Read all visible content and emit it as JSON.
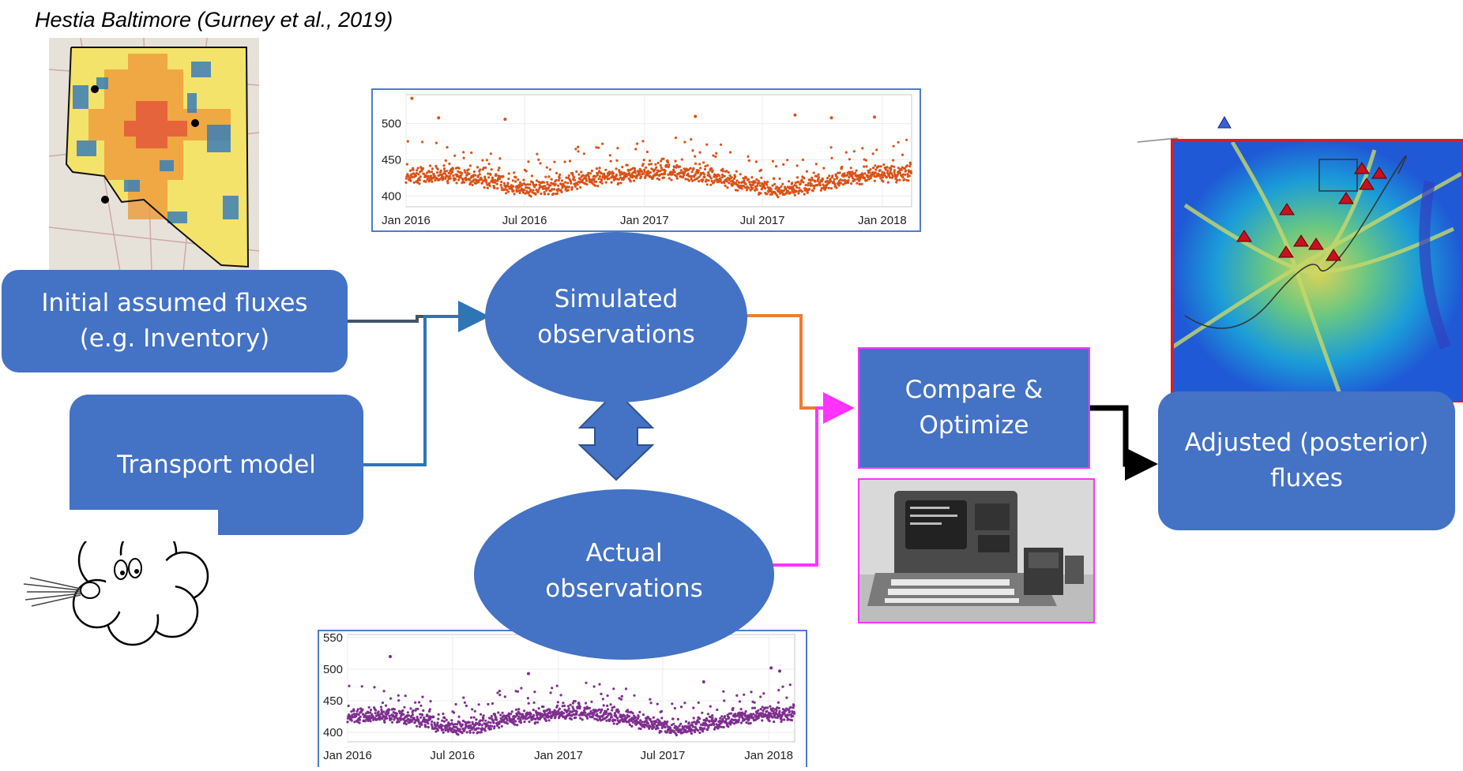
{
  "title": "Hestia Baltimore (Gurney et al., 2019)",
  "nodes": {
    "initial_fluxes": [
      "Initial assumed fluxes",
      "(e.g. Inventory)"
    ],
    "transport_model": "Transport model",
    "simulated": [
      "Simulated",
      "observations"
    ],
    "actual": [
      "Actual",
      "observations"
    ],
    "compare": [
      "Compare &",
      "Optimize"
    ],
    "adjusted": [
      "Adjusted (posterior)",
      "fluxes"
    ]
  },
  "colors": {
    "box": "#4472c4",
    "simulated_series": "#d95319",
    "actual_series": "#7e2f8e",
    "arrow_initial": "#44546a",
    "arrow_transport": "#2e75b6",
    "arrow_simulated": "#ed7d31",
    "arrow_actual": "#ff33ff",
    "arrow_output": "#000000"
  },
  "chart_data": [
    {
      "type": "scatter",
      "name_ref": "simulated",
      "title": "",
      "xlabel": "",
      "ylabel": "",
      "x_ticks": [
        "Jan 2016",
        "Jul 2016",
        "Jan 2017",
        "Jul 2017",
        "Jan 2018"
      ],
      "y_ticks": [
        "400",
        "450",
        "500"
      ],
      "ylim": [
        385,
        540
      ],
      "x_range": [
        "2016-01-01",
        "2018-02-15"
      ],
      "baseline": [
        [
          "2016-01-01",
          422
        ],
        [
          "2016-03-01",
          426
        ],
        [
          "2016-05-01",
          418
        ],
        [
          "2016-07-01",
          405
        ],
        [
          "2016-08-15",
          408
        ],
        [
          "2016-10-01",
          418
        ],
        [
          "2016-12-01",
          424
        ],
        [
          "2017-02-01",
          430
        ],
        [
          "2017-04-01",
          424
        ],
        [
          "2017-06-01",
          412
        ],
        [
          "2017-08-01",
          403
        ],
        [
          "2017-09-15",
          408
        ],
        [
          "2017-11-01",
          420
        ],
        [
          "2018-01-01",
          426
        ],
        [
          "2018-02-15",
          424
        ]
      ],
      "outliers": [
        [
          "2016-01-10",
          535
        ],
        [
          "2016-02-20",
          508
        ],
        [
          "2016-06-01",
          506
        ],
        [
          "2017-03-20",
          510
        ],
        [
          "2017-08-20",
          512
        ],
        [
          "2017-10-15",
          508
        ],
        [
          "2017-12-20",
          509
        ]
      ]
    },
    {
      "type": "scatter",
      "name_ref": "actual",
      "title": "",
      "xlabel": "",
      "ylabel": "",
      "x_ticks": [
        "Jan 2016",
        "Jul 2016",
        "Jan 2017",
        "Jul 2017",
        "Jan 2018"
      ],
      "y_ticks": [
        "400",
        "450",
        "500",
        "550"
      ],
      "ylim": [
        385,
        555
      ],
      "x_range": [
        "2016-01-01",
        "2018-02-15"
      ],
      "baseline": [
        [
          "2016-01-01",
          420
        ],
        [
          "2016-03-01",
          424
        ],
        [
          "2016-05-01",
          416
        ],
        [
          "2016-07-01",
          402
        ],
        [
          "2016-08-15",
          405
        ],
        [
          "2016-10-01",
          416
        ],
        [
          "2016-12-01",
          422
        ],
        [
          "2017-02-01",
          428
        ],
        [
          "2017-04-01",
          422
        ],
        [
          "2017-06-01",
          410
        ],
        [
          "2017-08-01",
          400
        ],
        [
          "2017-09-15",
          405
        ],
        [
          "2017-11-01",
          418
        ],
        [
          "2018-01-01",
          424
        ],
        [
          "2018-02-15",
          422
        ]
      ],
      "outliers": [
        [
          "2016-03-15",
          520
        ],
        [
          "2016-11-10",
          493
        ],
        [
          "2017-09-10",
          480
        ],
        [
          "2018-01-05",
          502
        ],
        [
          "2018-01-20",
          497
        ]
      ]
    }
  ]
}
